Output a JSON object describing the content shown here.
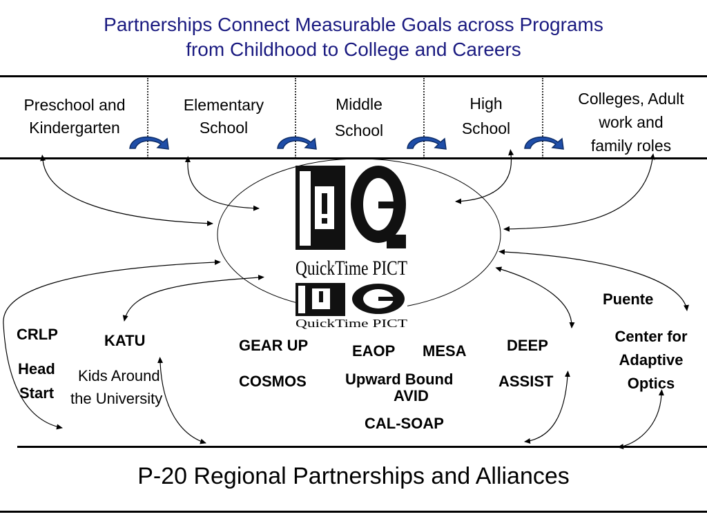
{
  "title": {
    "line1": "Partnerships Connect Measurable Goals across Programs",
    "line2": "from Childhood to College and Careers"
  },
  "stages": [
    {
      "line1": "Preschool and",
      "line2": "Kindergarten"
    },
    {
      "line1": "Elementary",
      "line2": "School"
    },
    {
      "line1": "Middle",
      "line2": "School"
    },
    {
      "line1": "High",
      "line2": "School"
    },
    {
      "line1": "Colleges, Adult",
      "line2": "work and",
      "line3": "family roles"
    }
  ],
  "center_image": {
    "caption_large": "QuickTime PICT",
    "caption_small": "QuickTime PICT"
  },
  "programs": {
    "crlp": "CRLP",
    "head": "Head",
    "start": "Start",
    "katu": "KATU",
    "kids_line1": "Kids Around",
    "kids_line2": "the University",
    "gear_up": "GEAR UP",
    "cosmos": "COSMOS",
    "eaop": "EAOP",
    "mesa": "MESA",
    "upward_bound": "Upward Bound",
    "avid": "AVID",
    "cal_soap": "CAL-SOAP",
    "deep": "DEEP",
    "assist": "ASSIST",
    "puente": "Puente",
    "cao_line1": "Center for",
    "cao_line2": "Adaptive",
    "cao_line3": "Optics"
  },
  "footer": "P-20 Regional Partnerships and Alliances",
  "colors": {
    "title": "#1a1a80",
    "transition_arrow": "#1f4ea8"
  }
}
